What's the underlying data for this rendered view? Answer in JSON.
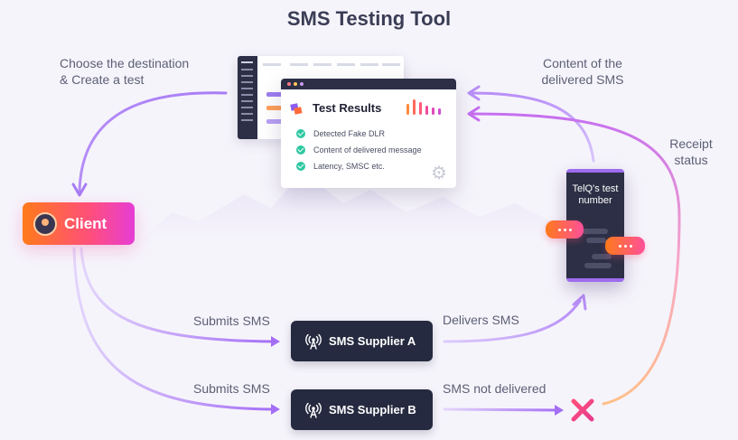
{
  "title": "SMS Testing Tool",
  "labels": {
    "choose_line1": "Choose the destination",
    "choose_line2": "& Create a test",
    "content_line1": "Content of the",
    "content_line2": "delivered SMS",
    "receipt_line1": "Receipt",
    "receipt_line2": "status",
    "submits_a": "Submits SMS",
    "delivers": "Delivers SMS",
    "submits_b": "Submits SMS",
    "not_delivered": "SMS not delivered"
  },
  "client": {
    "label": "Client"
  },
  "results": {
    "title": "Test Results",
    "items": [
      "Detected Fake DLR",
      "Content of delivered message",
      "Latency, SMSC etc."
    ]
  },
  "phone": {
    "line1": "TelQ's test",
    "line2": "number"
  },
  "suppliers": {
    "a": "SMS Supplier A",
    "b": "SMS Supplier B"
  },
  "icons": {
    "client": "user-avatar-icon",
    "check": "check-circle-icon",
    "gear": "gear-icon",
    "antenna": "antenna-icon",
    "fail": "x-mark-icon",
    "bubble": "chat-bubble-icon"
  },
  "colors": {
    "accent_purple": "#a77cf5",
    "accent_orange": "#ff7a1a",
    "accent_pink": "#ff4f7b",
    "success": "#2fc8a2",
    "dark": "#262a40"
  }
}
